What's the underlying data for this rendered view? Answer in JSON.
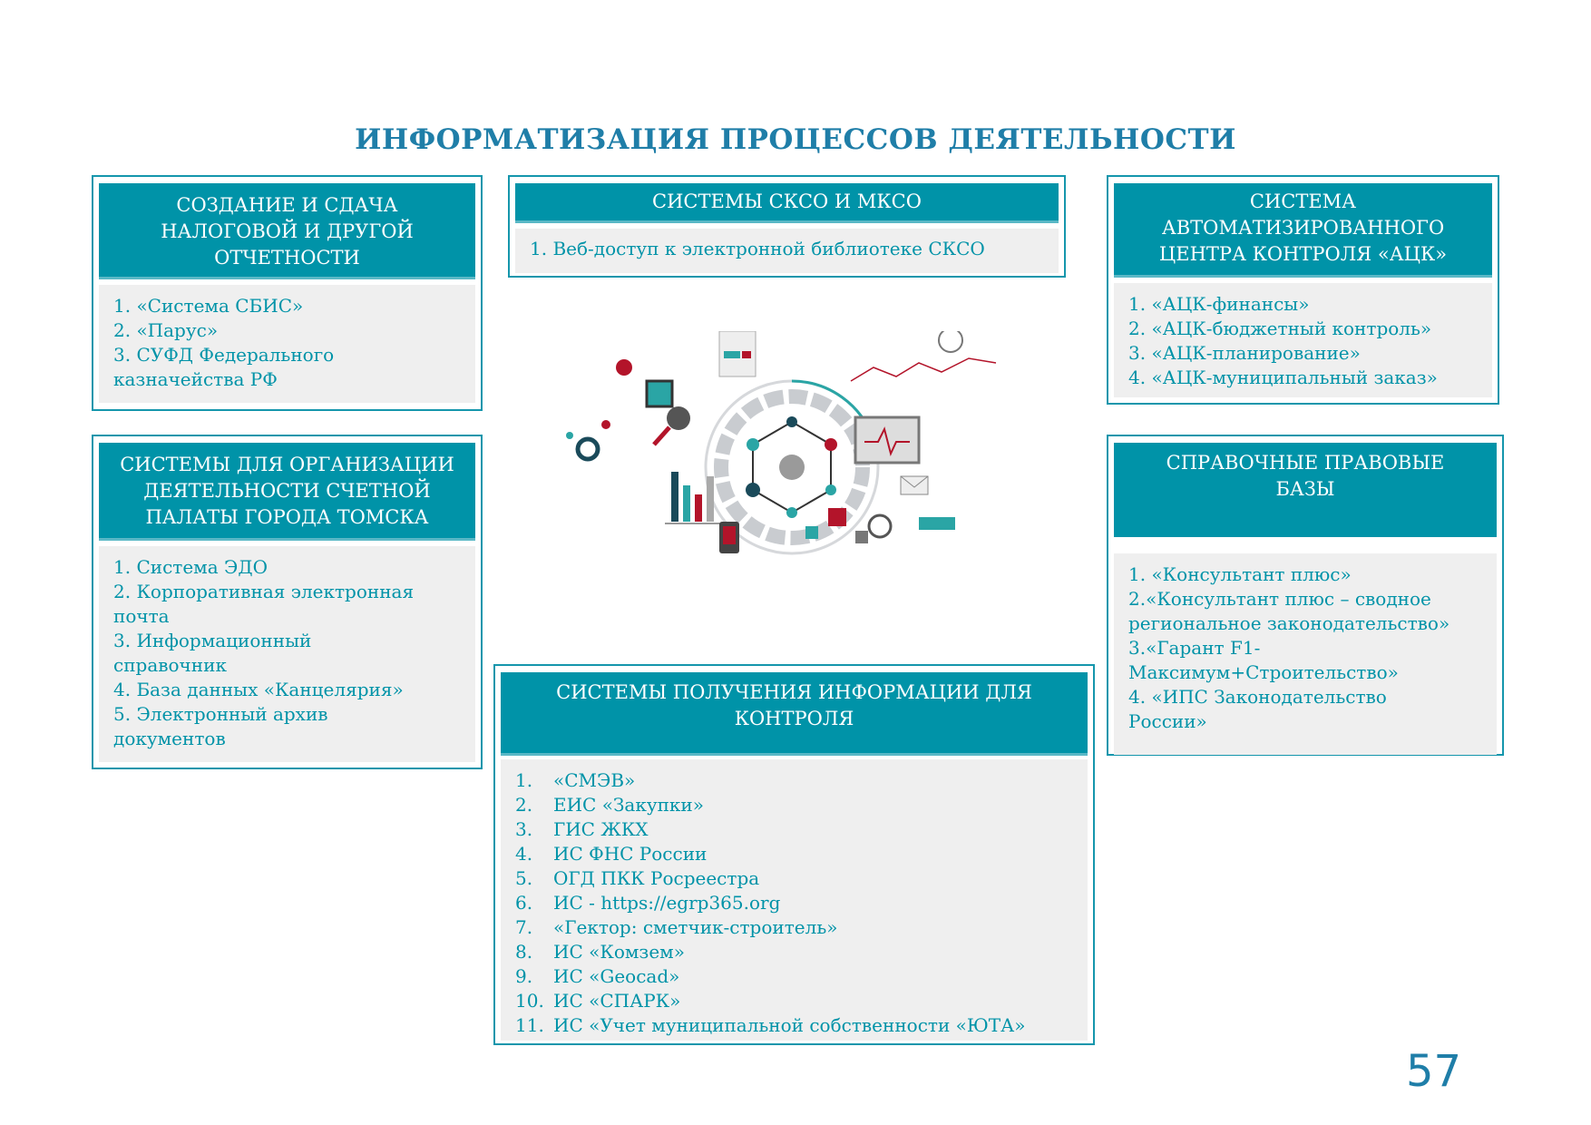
{
  "title": "ИНФОРМАТИЗАЦИЯ ПРОЦЕССОВ ДЕЯТЕЛЬНОСТИ",
  "page_number": "57",
  "colors": {
    "teal": "#0093a8",
    "title": "#1f7ea8",
    "panel": "#efefef"
  },
  "boxes": {
    "reporting": {
      "header": "СОЗДАНИЕ И СДАЧА НАЛОГОВОЙ И ДРУГОЙ ОТЧЕТНОСТИ",
      "items": [
        "1. «Система СБИС»",
        "2. «Парус»",
        "3. СУФД Федерального казначейства РФ"
      ]
    },
    "skso": {
      "header": "СИСТЕМЫ СКСО И МКСО",
      "items": [
        "1. Веб-доступ к электронной библиотеке СКСО"
      ]
    },
    "ack": {
      "header": "СИСТЕМА АВТОМАТИЗИРОВАННОГО ЦЕНТРА КОНТРОЛЯ «АЦК»",
      "items": [
        "1. «АЦК-финансы»",
        "2. «АЦК-бюджетный контроль»",
        "3. «АЦК-планирование»",
        "4. «АЦК-муниципальный заказ»"
      ]
    },
    "organization": {
      "header": "СИСТЕМЫ ДЛЯ ОРГАНИЗАЦИИ ДЕЯТЕЛЬНОСТИ СЧЕТНОЙ ПАЛАТЫ ГОРОДА ТОМСКА",
      "items": [
        "1. Система ЭДО",
        "2. Корпоративная электронная почта",
        "3. Информационный справочник",
        "4. База данных «Канцелярия»",
        "5. Электронный архив документов"
      ]
    },
    "legal": {
      "header": "СПРАВОЧНЫЕ ПРАВОВЫЕ БАЗЫ",
      "items": [
        "1. «Консультант плюс»",
        "2.«Консультант плюс – сводное региональное законодательство»",
        "3.«Гарант F1-Максимум+Строительство»",
        "4. «ИПС Законодательство России»"
      ]
    },
    "control": {
      "header": "СИСТЕМЫ ПОЛУЧЕНИЯ ИНФОРМАЦИИ ДЛЯ КОНТРОЛЯ",
      "items": [
        {
          "n": "1.",
          "t": "«СМЭВ»"
        },
        {
          "n": "2.",
          "t": "ЕИС «Закупки»"
        },
        {
          "n": "3.",
          "t": "ГИС ЖКХ"
        },
        {
          "n": "4.",
          "t": "ИС ФНС России"
        },
        {
          "n": "5.",
          "t": "ОГД ПКК Росреестра"
        },
        {
          "n": "6.",
          "t": "ИС - https://egrp365.org"
        },
        {
          "n": "7.",
          "t": "«Гектор: сметчик-строитель»"
        },
        {
          "n": "8.",
          "t": "ИС «Комзем»"
        },
        {
          "n": "9.",
          "t": "ИС «Geocad»"
        },
        {
          "n": "10.",
          "t": "ИС «СПАРК»"
        },
        {
          "n": "11.",
          "t": "ИС «Учет муниципальной собственности «ЮТА»"
        }
      ]
    }
  }
}
